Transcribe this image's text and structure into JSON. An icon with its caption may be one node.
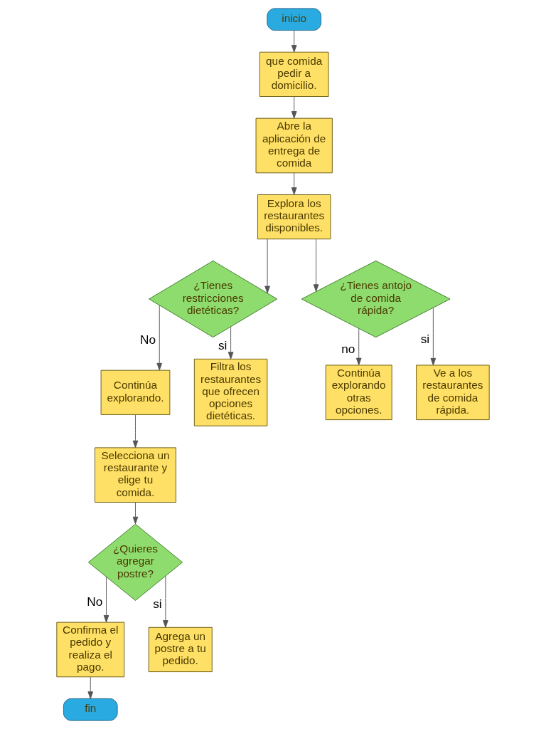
{
  "diagram": {
    "nodes": [
      {
        "text": [
          "inicio"
        ]
      },
      {
        "text": [
          "que comida pedir a domicilio."
        ]
      },
      {
        "text": [
          "Abre la aplicación de entrega de comida"
        ]
      },
      {
        "text": [
          "Explora los restaurantes disponibles."
        ]
      },
      {
        "text": [
          "¿Tienes restricciones dietéticas?"
        ]
      },
      {
        "text": [
          "¿Tienes antojo de comida rápida?"
        ]
      },
      {
        "text": [
          "Continúa explorando."
        ]
      },
      {
        "text": [
          "Filtra los restaurantes que ofrecen opciones dietéticas."
        ]
      },
      {
        "text": [
          "Continúa explorando otras opciones."
        ]
      },
      {
        "text": [
          "Ve a los restaurantes de comida rápida."
        ]
      },
      {
        "text": [
          "Selecciona un restaurante y elige tu comida."
        ]
      },
      {
        "text": [
          "¿Quieres agregar postre?"
        ]
      },
      {
        "text": [
          "Confirma el pedido y realiza el pago."
        ]
      },
      {
        "text": [
          "Agrega un postre a tu pedido."
        ]
      },
      {
        "text": [
          "fin"
        ]
      }
    ],
    "edges": [
      {
        "from": 0,
        "to": 1,
        "arrow": "to"
      },
      {
        "from": 1,
        "to": 2,
        "arrow": "to"
      },
      {
        "from": 2,
        "to": 3,
        "arrow": "to"
      },
      {
        "from": 3,
        "to": 4,
        "arrow": "to"
      },
      {
        "from": 3,
        "to": 5,
        "arrow": "to"
      },
      {
        "from": 4,
        "to": 6,
        "arrow": "to",
        "label": "No"
      },
      {
        "from": 4,
        "to": 7,
        "arrow": "to",
        "label": "si"
      },
      {
        "from": 5,
        "to": 8,
        "arrow": "to",
        "label": "no"
      },
      {
        "from": 5,
        "to": 9,
        "arrow": "to",
        "label": "si"
      },
      {
        "from": 6,
        "to": 10,
        "arrow": "to"
      },
      {
        "from": 10,
        "to": 11,
        "arrow": "to"
      },
      {
        "from": 11,
        "to": 12,
        "arrow": "to",
        "label": "No"
      },
      {
        "from": 11,
        "to": 13,
        "arrow": "to",
        "label": "si"
      },
      {
        "from": 12,
        "to": 14,
        "arrow": "to"
      }
    ]
  }
}
